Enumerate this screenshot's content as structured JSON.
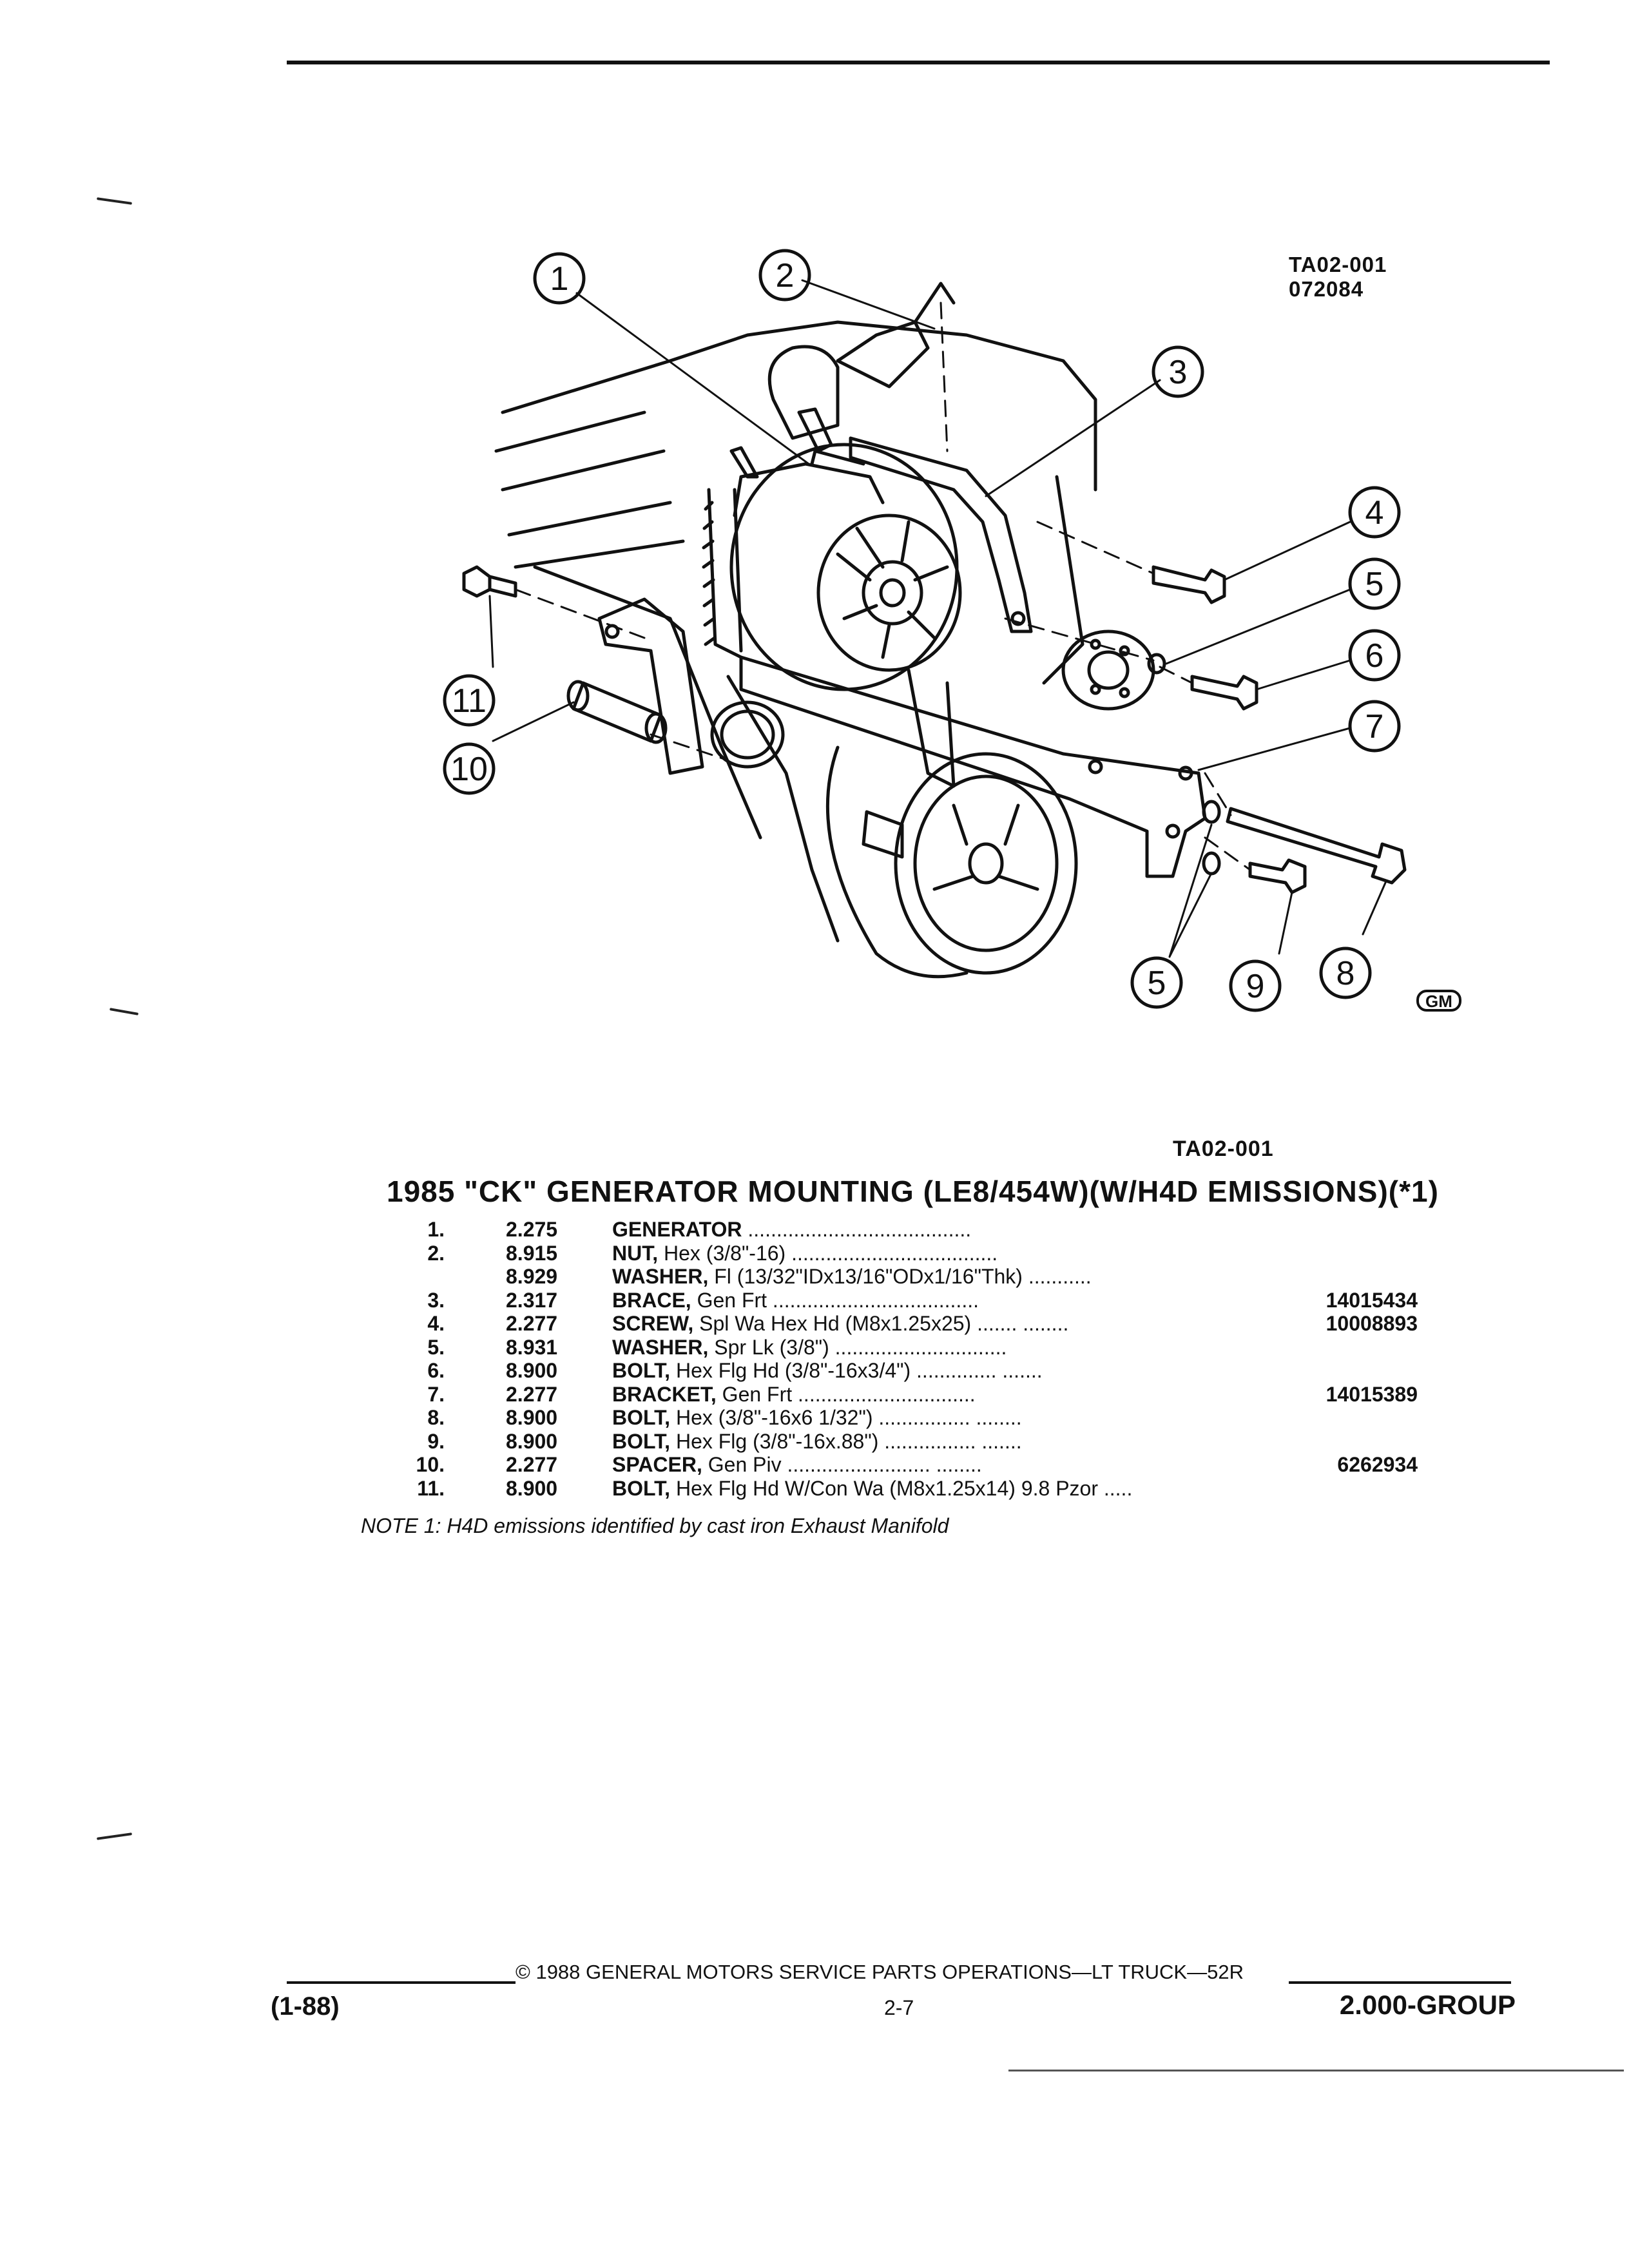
{
  "diagram": {
    "ref_code": "TA02-001",
    "ref_date": "072084",
    "caption_code": "TA02-001",
    "callouts": [
      "1",
      "2",
      "3",
      "4",
      "5",
      "6",
      "7",
      "8",
      "9",
      "10",
      "11",
      "5"
    ],
    "logo_text": "GM"
  },
  "title": "1985 \"CK\" GENERATOR MOUNTING (LE8/454W)(W/H4D EMISSIONS)(*1)",
  "parts": [
    {
      "num": "1.",
      "group": "2.275",
      "name": "GENERATOR",
      "spec": "",
      "dots": " .......................................",
      "part": ""
    },
    {
      "num": "2.",
      "group": "8.915",
      "name": "NUT,",
      "spec": " Hex (3/8\"-16)",
      "dots": " ....................................",
      "part": ""
    },
    {
      "num": "",
      "group": "8.929",
      "name": "WASHER,",
      "spec": " Fl (13/32\"IDx13/16\"ODx1/16\"Thk)",
      "dots": " ...........",
      "part": ""
    },
    {
      "num": "3.",
      "group": "2.317",
      "name": "BRACE,",
      "spec": " Gen Frt",
      "dots": " ....................................",
      "part": "14015434"
    },
    {
      "num": "4.",
      "group": "2.277",
      "name": "SCREW,",
      "spec": " Spl Wa Hex Hd (M8x1.25x25)",
      "dots": " ....... ........",
      "part": "10008893"
    },
    {
      "num": "5.",
      "group": "8.931",
      "name": "WASHER,",
      "spec": " Spr Lk (3/8\")",
      "dots": " ..............................",
      "part": ""
    },
    {
      "num": "6.",
      "group": "8.900",
      "name": "BOLT,",
      "spec": " Hex Flg Hd (3/8\"-16x3/4\")",
      "dots": " .............. .......",
      "part": ""
    },
    {
      "num": "7.",
      "group": "2.277",
      "name": "BRACKET,",
      "spec": " Gen Frt",
      "dots": " ...............................",
      "part": "14015389"
    },
    {
      "num": "8.",
      "group": "8.900",
      "name": "BOLT,",
      "spec": " Hex (3/8\"-16x6 1/32\")",
      "dots": " ................ ........",
      "part": ""
    },
    {
      "num": "9.",
      "group": "8.900",
      "name": "BOLT,",
      "spec": " Hex Flg (3/8\"-16x.88\")",
      "dots": " ................ .......",
      "part": ""
    },
    {
      "num": "10.",
      "group": "2.277",
      "name": "SPACER,",
      "spec": " Gen Piv",
      "dots": " ......................... ........",
      "part": "6262934"
    },
    {
      "num": "11.",
      "group": "8.900",
      "name": "BOLT,",
      "spec": " Hex Flg Hd W/Con Wa (M8x1.25x14) 9.8 Pzor",
      "dots": " .....",
      "part": ""
    }
  ],
  "note": "NOTE 1: H4D emissions identified by cast iron Exhaust Manifold",
  "footer": {
    "copyright": "© 1988 GENERAL MOTORS SERVICE PARTS OPERATIONS—LT TRUCK—52R",
    "date_code": "(1-88)",
    "page": "2-7",
    "group": "2.000-GROUP"
  }
}
